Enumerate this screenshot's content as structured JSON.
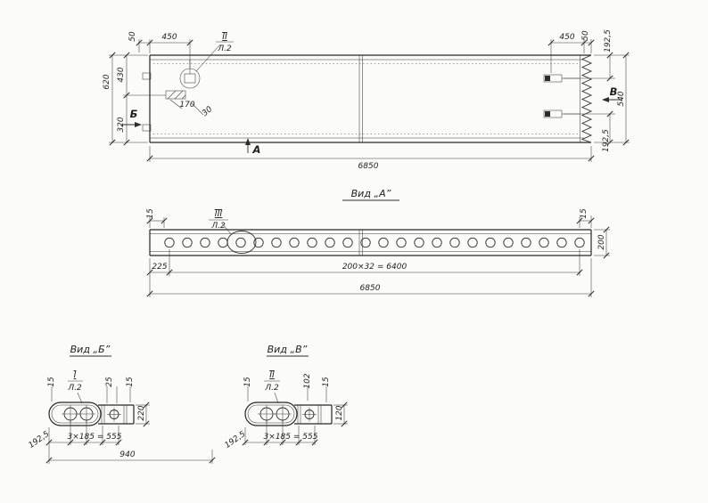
{
  "top": {
    "dim_50_left": "50",
    "dim_450_left": "450",
    "detail_callout": {
      "num": "II",
      "sheet": "Л.2"
    },
    "dim_450_right": "450",
    "dim_50_right": "50",
    "dim_192_5_top_right": "192,5",
    "dim_620": "620",
    "dim_430": "430",
    "dim_320": "320",
    "dim_170": "170",
    "dim_30": "30",
    "dim_540": "540",
    "dim_192_5_bottom_right": "192,5",
    "dim_6850": "6850",
    "section_b": "Б",
    "section_a": "А",
    "section_v": "В"
  },
  "view_a": {
    "title": "Вид „А”",
    "detail_callout": {
      "num": "III",
      "sheet": "Л.2"
    },
    "dim_15_left": "15",
    "dim_15_right": "15",
    "dim_200": "200",
    "dim_225": "225",
    "dim_spacing": "200×32 = 6400",
    "dim_6850": "6850"
  },
  "view_b": {
    "title": "Вид „Б”",
    "detail_callout": {
      "num": "I",
      "sheet": "Л.2"
    },
    "dim_15_left": "15",
    "dim_25": "25",
    "dim_15_right": "15",
    "dim_220": "220",
    "dim_192_5": "192,5",
    "dim_spacing": "3×185 = 555",
    "dim_940": "940"
  },
  "view_v": {
    "title": "Вид „В”",
    "detail_callout": {
      "num": "II",
      "sheet": "Л.2"
    },
    "dim_15_left": "15",
    "dim_102": "102",
    "dim_15_right": "15",
    "dim_120": "120",
    "dim_192_5": "192,5",
    "dim_spacing": "3×185 = 555"
  }
}
